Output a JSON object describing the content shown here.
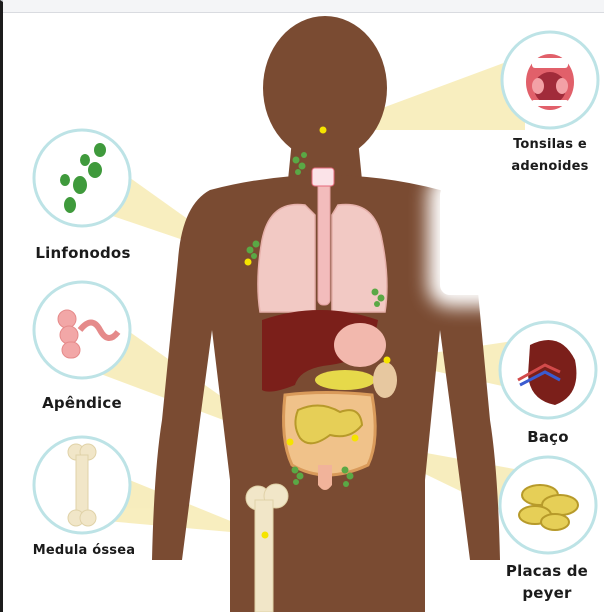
{
  "labels": {
    "tonsils": "Tonsilas e adenoides",
    "nodes": "Linfonodos",
    "appendix": "Apêndice",
    "spleen": "Baço",
    "marrow": "Medula óssea",
    "peyer": "Placas de peyer"
  },
  "colors": {
    "skin": "#7a4b32",
    "circle_fill": "#ffffff",
    "circle_stroke": "#bde3e6",
    "beam": "#f2e08a",
    "marker": "#f5e400",
    "lung": "#f2c9c4",
    "liver": "#7b1f1a",
    "intestine": "#f0c28a",
    "small_intestine": "#e6cf57",
    "stomach": "#f2b8ad",
    "lymph_node": "#5aa845",
    "bone": "#f1e6c8"
  }
}
